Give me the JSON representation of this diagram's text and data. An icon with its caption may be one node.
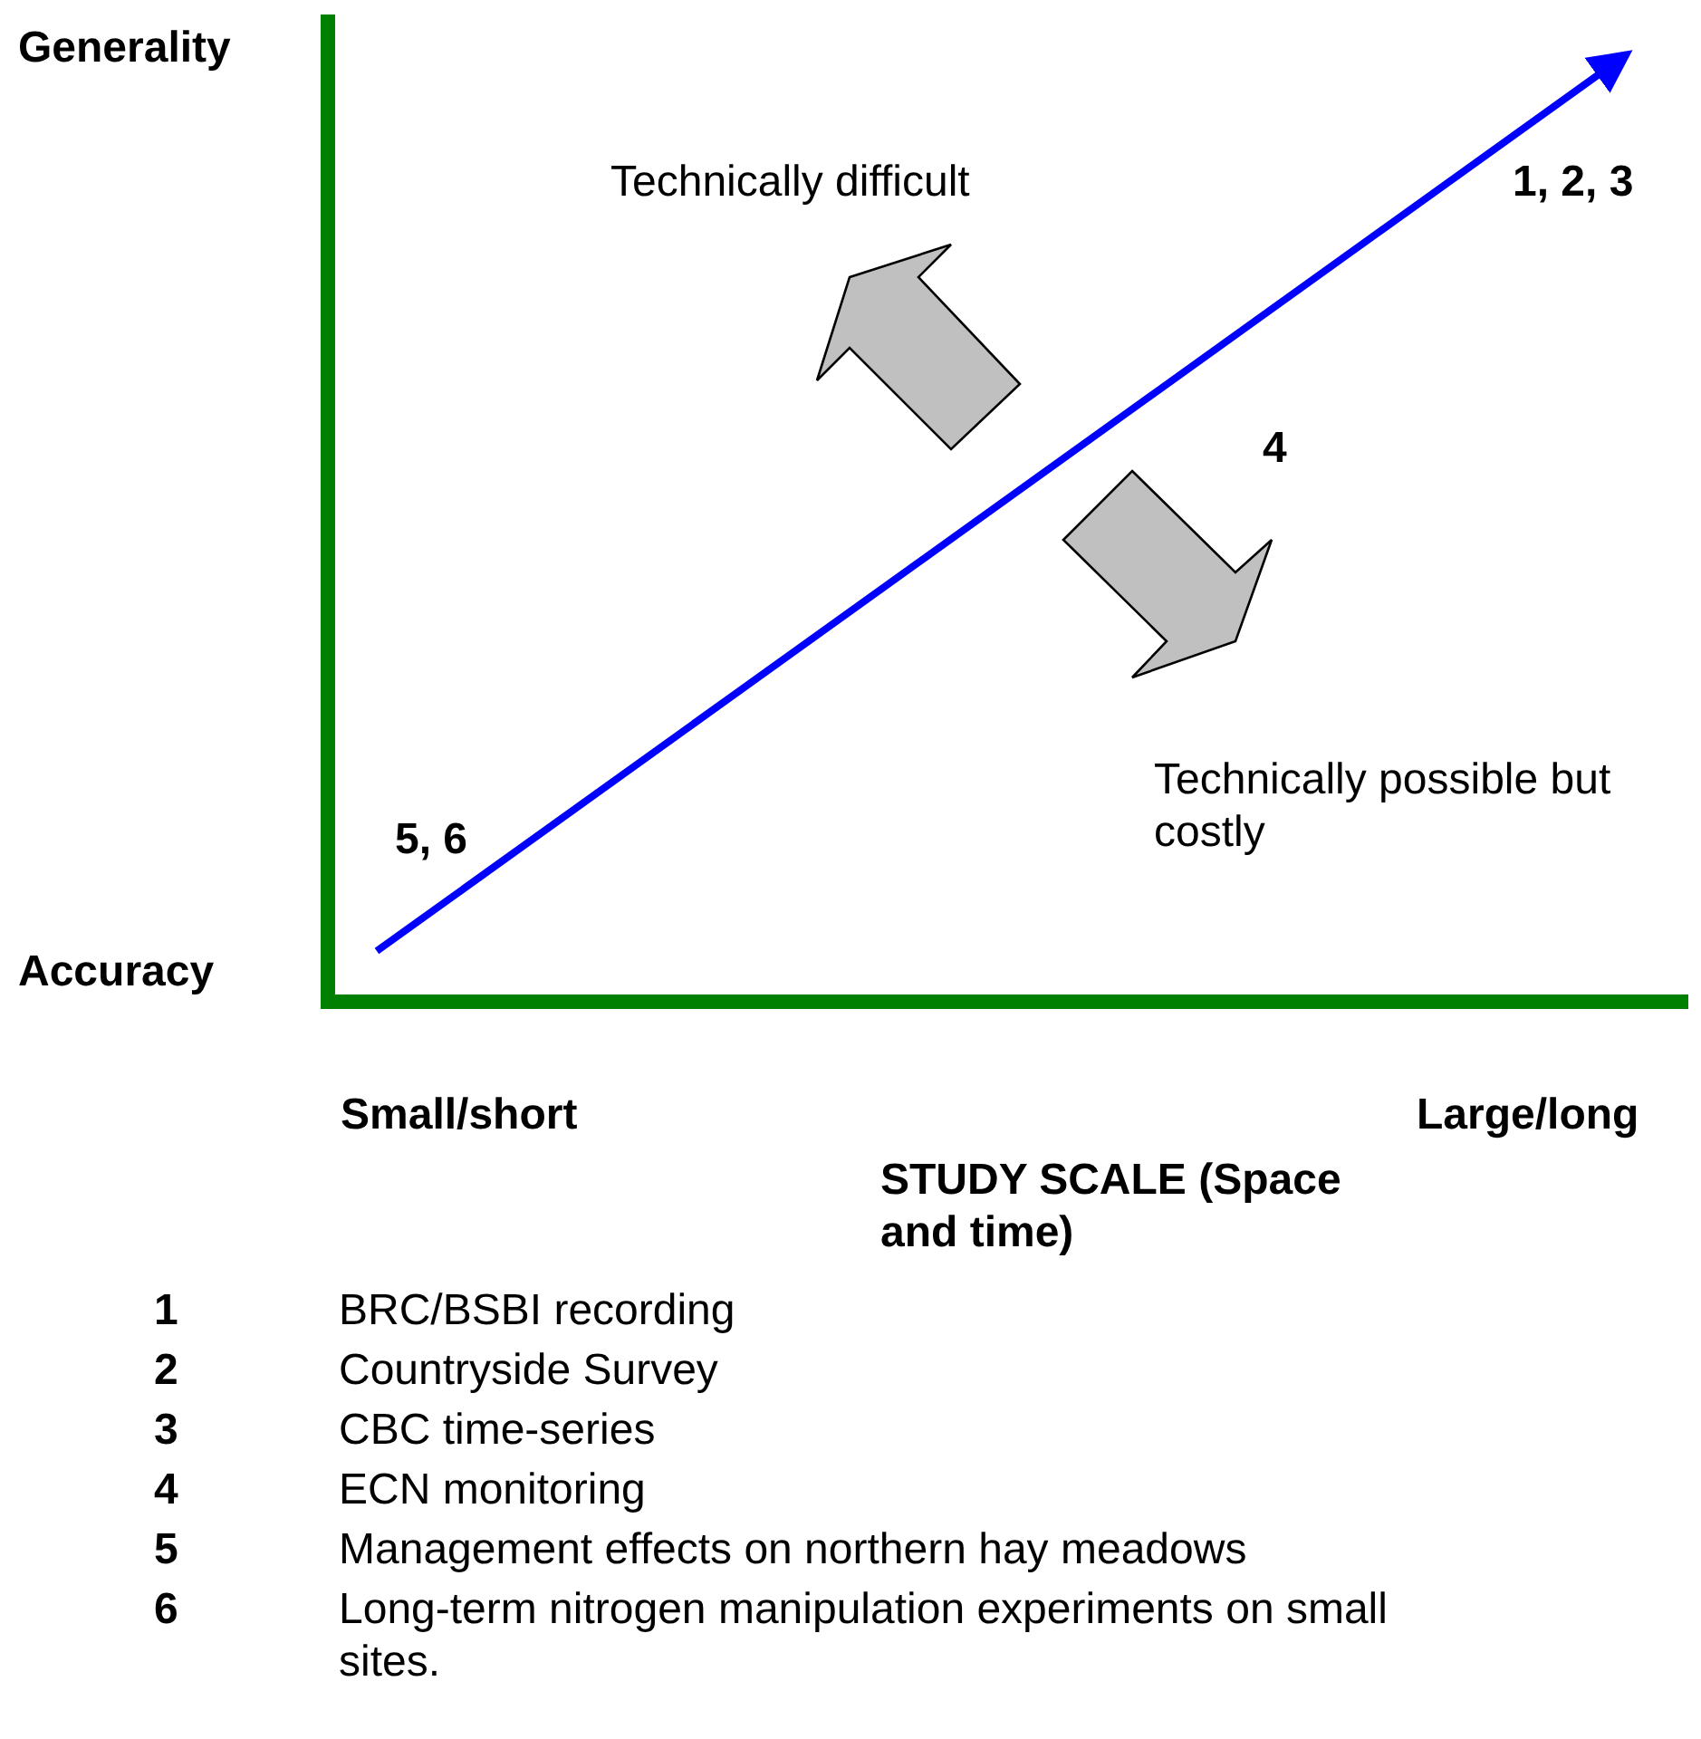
{
  "diagram": {
    "labels": [
      "Generality",
      "Technically difficult",
      "1, 2, 3",
      "4",
      "Technically possible but costly",
      "5, 6",
      "Accuracy",
      "Small/short",
      "Large/long",
      "STUDY SCALE (Space and time)",
      "1",
      "BRC/BSBI recording",
      "2",
      "Countryside Survey",
      "3",
      "CBC time-series",
      "4",
      "ECN monitoring",
      "5",
      "Management effects on northern hay meadows",
      "6",
      "Long-term nitrogen manipulation experiments on small sites."
    ]
  }
}
